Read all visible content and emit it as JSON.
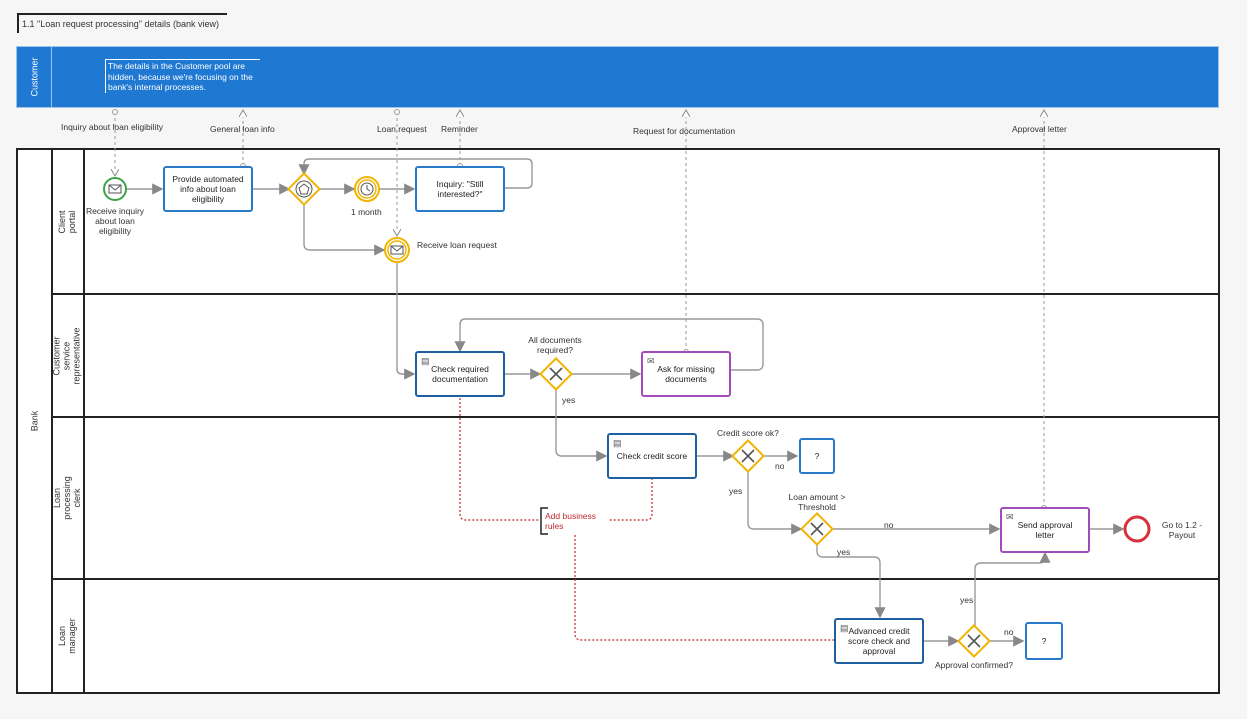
{
  "diagram_title": "1.1 \"Loan request processing\" details (bank view)",
  "customer_pool": {
    "label": "Customer",
    "note": "The details in the Customer pool are hidden, because we're focusing on the bank's internal processes."
  },
  "message_flows": {
    "inquiry": "Inquiry about loan eligibility",
    "general_info": "General loan info",
    "loan_request": "Loan request",
    "reminder": "Reminder",
    "request_docs": "Request for documentation",
    "approval_letter": "Approval letter"
  },
  "bank_pool": {
    "label": "Bank",
    "lanes": [
      "Client portal",
      "Customer\nservice\nrepresentative",
      "Loan\nprocessing\nclerk",
      "Loan\nmanager"
    ]
  },
  "events": {
    "receive_inquiry": "Receive inquiry about loan eligibility",
    "timer": "1 month",
    "receive_loan_request": "Receive loan request",
    "end": "Go to 1.2 - Payout"
  },
  "tasks": {
    "provide_info": "Provide automated info about loan eligibility",
    "still_interested": "Inquiry: \"Still interested?\"",
    "check_docs": "Check required documentation",
    "ask_missing": "Ask for missing documents",
    "check_credit": "Check credit score",
    "send_approval": "Send approval letter",
    "advanced_check": "Advanced credit score check and approval",
    "unknown1": "?",
    "unknown2": "?"
  },
  "gateways": {
    "all_docs": "All documents required?",
    "credit_ok": "Credit score ok?",
    "amount_threshold": "Loan amount > Threshold",
    "approval_confirmed": "Approval confirmed?"
  },
  "flow_labels": {
    "yes1": "yes",
    "no1": "no",
    "yes2": "yes",
    "no2": "no",
    "yes3": "yes",
    "yes4": "yes",
    "no3": "no"
  },
  "annotation": "Add business rules",
  "colors": {
    "pool_header": "#1f78d1",
    "task_border": "#2979c9",
    "gateway": "#f2b400",
    "message_task": "#a34bbd",
    "end_event": "#d8303a",
    "start_event": "#3aa346",
    "business_rule_link": "#c0282d"
  }
}
